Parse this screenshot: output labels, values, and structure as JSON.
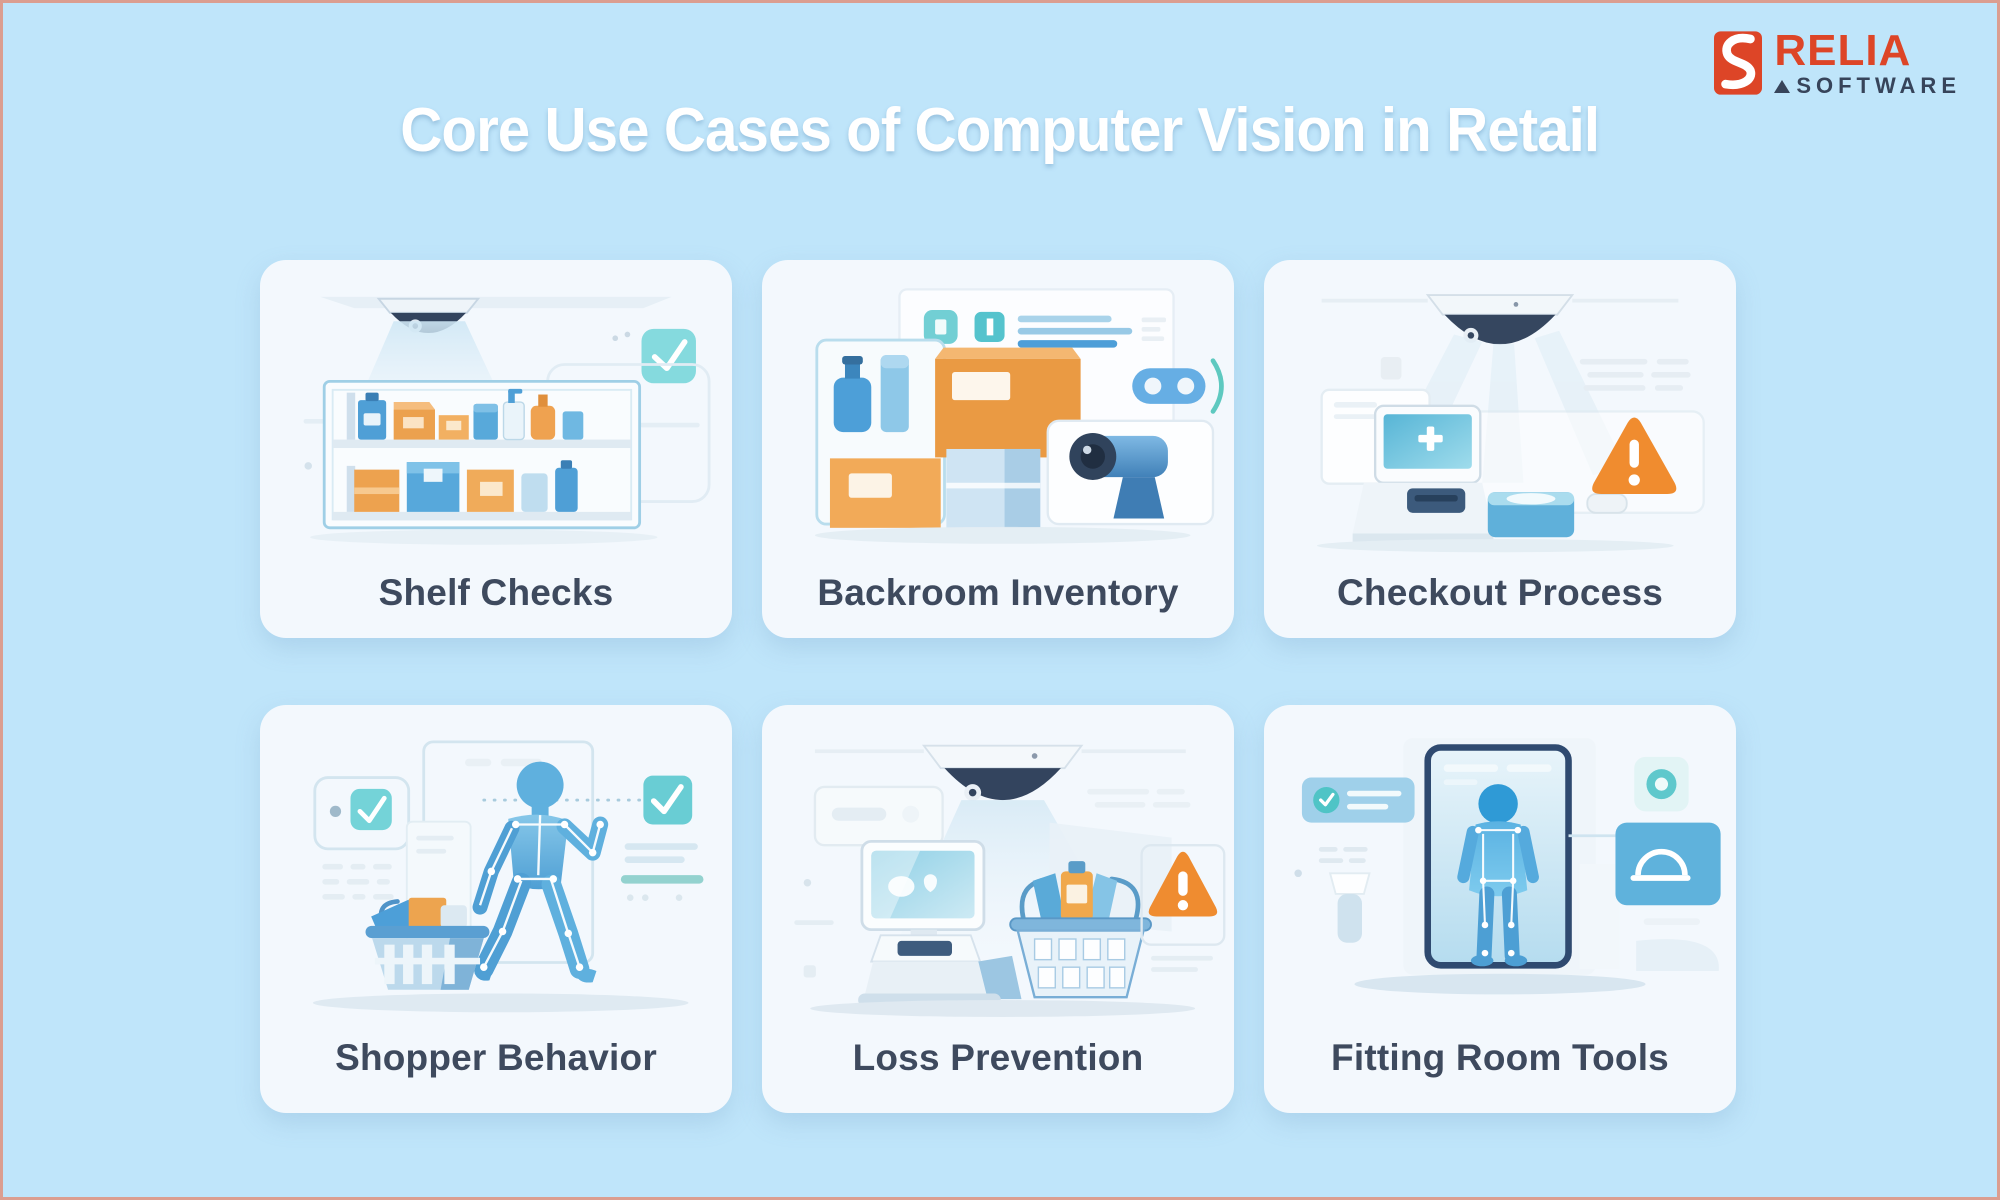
{
  "page": {
    "title": "Core Use Cases of Computer Vision in Retail"
  },
  "logo": {
    "name": "RELIA",
    "suffix": "SOFTWARE"
  },
  "cards": [
    {
      "id": "shelf-checks",
      "label": "Shelf Checks",
      "icon": "ceiling-camera-scanning-shelf"
    },
    {
      "id": "backroom-inventory",
      "label": "Backroom Inventory",
      "icon": "boxes-bottles-scanner"
    },
    {
      "id": "checkout-process",
      "label": "Checkout Process",
      "icon": "camera-pos-terminal-alert"
    },
    {
      "id": "shopper-behavior",
      "label": "Shopper Behavior",
      "icon": "pose-tracked-shopper-basket"
    },
    {
      "id": "loss-prevention",
      "label": "Loss Prevention",
      "icon": "camera-kiosk-basket-alert"
    },
    {
      "id": "fitting-room-tools",
      "label": "Fitting Room Tools",
      "icon": "smart-mirror-body-scan"
    }
  ],
  "colors": {
    "bg": "#bfe5fa",
    "frame": "#db9e90",
    "card": "#f3f8fd",
    "label": "#3e4a5e",
    "title": "#ffffff",
    "logo-red": "#dd4527",
    "logo-dark": "#37445a",
    "accent_blue": "#4f9fd6",
    "accent_teal": "#74d3d8",
    "accent_orange": "#eda24f",
    "alert_orange": "#f08c2f",
    "camera_navy": "#33445e"
  }
}
